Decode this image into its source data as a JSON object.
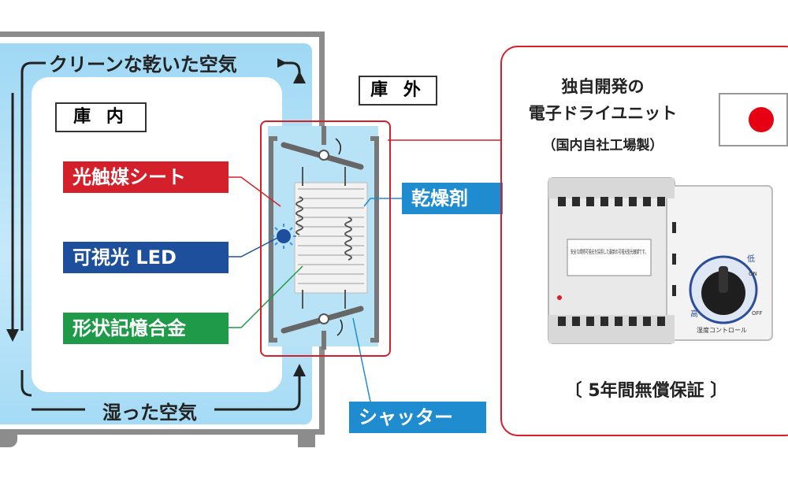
{
  "labels": {
    "inside": "庫 内",
    "outside": "庫 外",
    "clean_air": "クリーンな乾いた空気",
    "humid_air": "湿った空気",
    "photocatalyst_sheet": "光触媒シート",
    "visible_led": "可視光 LED",
    "shape_memory_alloy": "形状記憶合金",
    "desiccant": "乾燥剤",
    "shutter": "シャッター"
  },
  "detail": {
    "title_line1": "独自開発の",
    "title_line2": "電子ドライユニット",
    "origin": "（国内自社工場製）",
    "warranty": "〔 5年間無償保証 〕",
    "device_notice": "安全な摩擦可視光を採用した最新の可視光型光触媒です。",
    "dial_low": "低",
    "dial_high": "高",
    "dial_on": "ON",
    "dial_off": "OFF",
    "dial_caption": "湿度コントロール"
  },
  "colors": {
    "red": "#d3202a",
    "navy": "#1d4f9c",
    "green": "#1f9a48",
    "blue": "#1e8ccf",
    "air": "#9fd8f4"
  }
}
